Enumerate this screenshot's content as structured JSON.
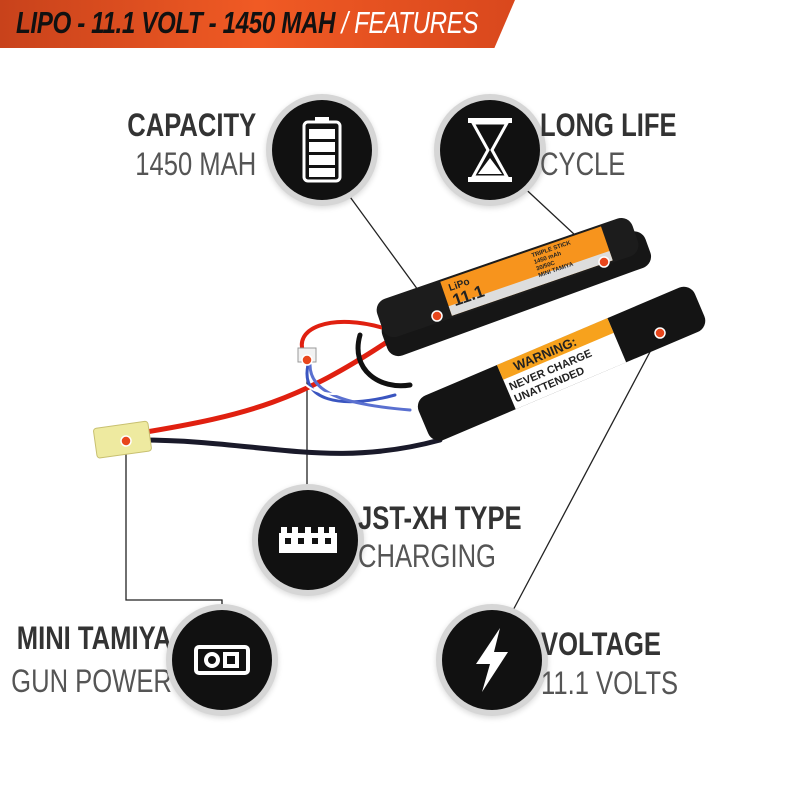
{
  "banner": {
    "title": "LIPO - 11.1 VOLT - 1450 MAH",
    "suffix": "/ FEATURES"
  },
  "features": [
    {
      "title": "CAPACITY",
      "subtitle": "1450 MAH",
      "icon": "battery-icon"
    },
    {
      "title": "LONG LIFE",
      "subtitle": "CYCLE",
      "icon": "hourglass-icon"
    },
    {
      "title": "JST-XH TYPE",
      "subtitle": "CHARGING",
      "icon": "jst-connector-icon"
    },
    {
      "title": "MINI TAMIYA",
      "subtitle": "GUN POWER",
      "icon": "tamiya-connector-icon"
    },
    {
      "title": "VOLTAGE",
      "subtitle": "11.1 VOLTS",
      "icon": "lightning-icon"
    }
  ],
  "battery_label": {
    "brand": "LiPo",
    "voltage": "11.1",
    "lines": [
      "TRIPLE STICK",
      "1450 mAh",
      "30/50C",
      "MINI TAMIYA"
    ]
  },
  "warning_label": {
    "heading": "WARNING:",
    "line1": "NEVER CHARGE",
    "line2": "UNATTENDED"
  },
  "colors": {
    "accent": "#f05a24",
    "label_orange": "#f7941d",
    "icon_bg": "#111111"
  }
}
